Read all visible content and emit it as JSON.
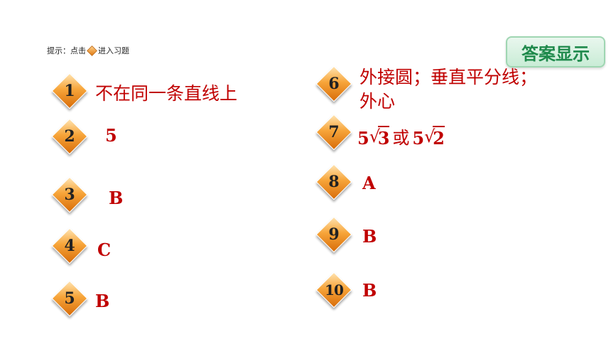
{
  "hint": {
    "label": "提示：点击",
    "suffix": "进入习题"
  },
  "answer_button": "答案显示",
  "colors": {
    "answer": "#c00000",
    "badge": "#f7a53a",
    "button_text": "#1f8a4c"
  },
  "items": [
    {
      "num": "1",
      "answer": "不在同一条直线上"
    },
    {
      "num": "2",
      "answer": "5"
    },
    {
      "num": "3",
      "answer": "B"
    },
    {
      "num": "4",
      "answer": "C"
    },
    {
      "num": "5",
      "answer": "B"
    },
    {
      "num": "6",
      "answer_line1": "外接圆；垂直平分线；",
      "answer_line2": "外心"
    },
    {
      "num": "7",
      "coef1": "5",
      "rad1": "3",
      "or": "或",
      "coef2": "5",
      "rad2": "2"
    },
    {
      "num": "8",
      "answer": "A"
    },
    {
      "num": "9",
      "answer": "B"
    },
    {
      "num": "10",
      "answer": "B"
    }
  ]
}
